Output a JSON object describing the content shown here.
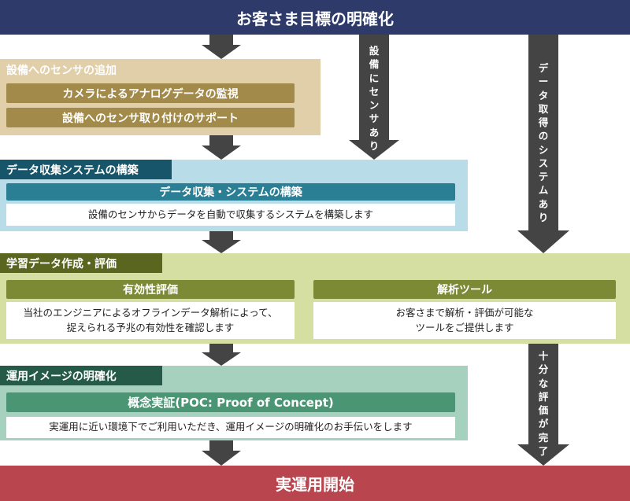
{
  "top_title": "お客さま目標の明確化",
  "bottom_title": "実運用開始",
  "sensor_section": {
    "title": "設備へのセンサの追加",
    "items": [
      "カメラによるアナログデータの監視",
      "設備へのセンサ取り付けのサポート"
    ]
  },
  "data_collection_section": {
    "title": "データ収集システムの構築",
    "item": "データ収集・システムの構築",
    "description": "設備のセンサからデータを自動で収集するシステムを構築します"
  },
  "learning_section": {
    "title": "学習データ作成・評価",
    "left_item": "有効性評価",
    "left_description_line1": "当社のエンジニアによるオフラインデータ解析によって、",
    "left_description_line2": "捉えられる予兆の有効性を確認します",
    "right_item": "解析ツール",
    "right_description_line1": "お客さまで解析・評価が可能な",
    "right_description_line2": "ツールをご提供します"
  },
  "operation_section": {
    "title": "運用イメージの明確化",
    "item": "概念実証(POC: Proof of Concept)",
    "description": "実運用に近い環境下でご利用いただき、運用イメージの明確化のお手伝いをします"
  },
  "side_arrows": {
    "has_sensor": "設備にセンサあり",
    "has_system": "データ取得のシステムあり",
    "sufficient_eval": "十分な評価が完了"
  },
  "colors": {
    "top_bar": "#2e3a6a",
    "bottom_bar": "#b9454e",
    "sensor_bg": "#e0cfa8",
    "sensor_pill": "#a28a4a",
    "data_bg": "#b9dde8",
    "data_title": "#17566a",
    "data_pill": "#2b7f95",
    "learning_bg": "#d5dfa2",
    "learning_title": "#5a6620",
    "learning_pill": "#7d8a35",
    "operation_bg": "#a7d1bf",
    "operation_title": "#245a47",
    "operation_pill": "#4a9574",
    "arrow": "#444444"
  }
}
